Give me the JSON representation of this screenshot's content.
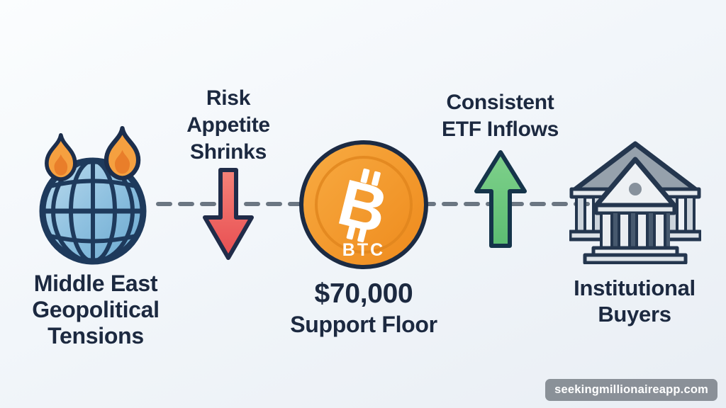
{
  "meta": {
    "description": "Bitcoin $70,000 support floor infographic"
  },
  "colors": {
    "background_top": "#fbfdfe",
    "background_bottom": "#e9eef4",
    "text_navy": "#1c2940",
    "outline_navy": "#22344e",
    "dash_gray": "#6b7682",
    "red_arrow": "#ee5c5c",
    "green_arrow": "#6cc77d",
    "coin_orange": "#f49a2e",
    "globe_blue": "#8fc1e0",
    "flame_orange": "#f5a040",
    "bank_gray": "#96a1ac",
    "watermark_bg": "#7c838b",
    "watermark_text": "#ffffff"
  },
  "left_node": {
    "icon": "globe-fire-icon",
    "label_lines": [
      "Middle East",
      "Geopolitical",
      "Tensions"
    ]
  },
  "down_factor": {
    "icon": "arrow-down-icon",
    "label_lines": [
      "Risk",
      "Appetite",
      "Shrinks"
    ]
  },
  "center_node": {
    "icon": "bitcoin-coin-icon",
    "coin_symbol": "B",
    "coin_ticker": "BTC",
    "price": "$70,000",
    "price_caption": "Support Floor"
  },
  "up_factor": {
    "icon": "arrow-up-icon",
    "label_lines": [
      "Consistent",
      "ETF Inflows"
    ]
  },
  "right_node": {
    "icon": "bank-icon",
    "label_lines": [
      "Institutional",
      "Buyers"
    ]
  },
  "watermark": {
    "text": "seekingmillionaireapp.com"
  }
}
